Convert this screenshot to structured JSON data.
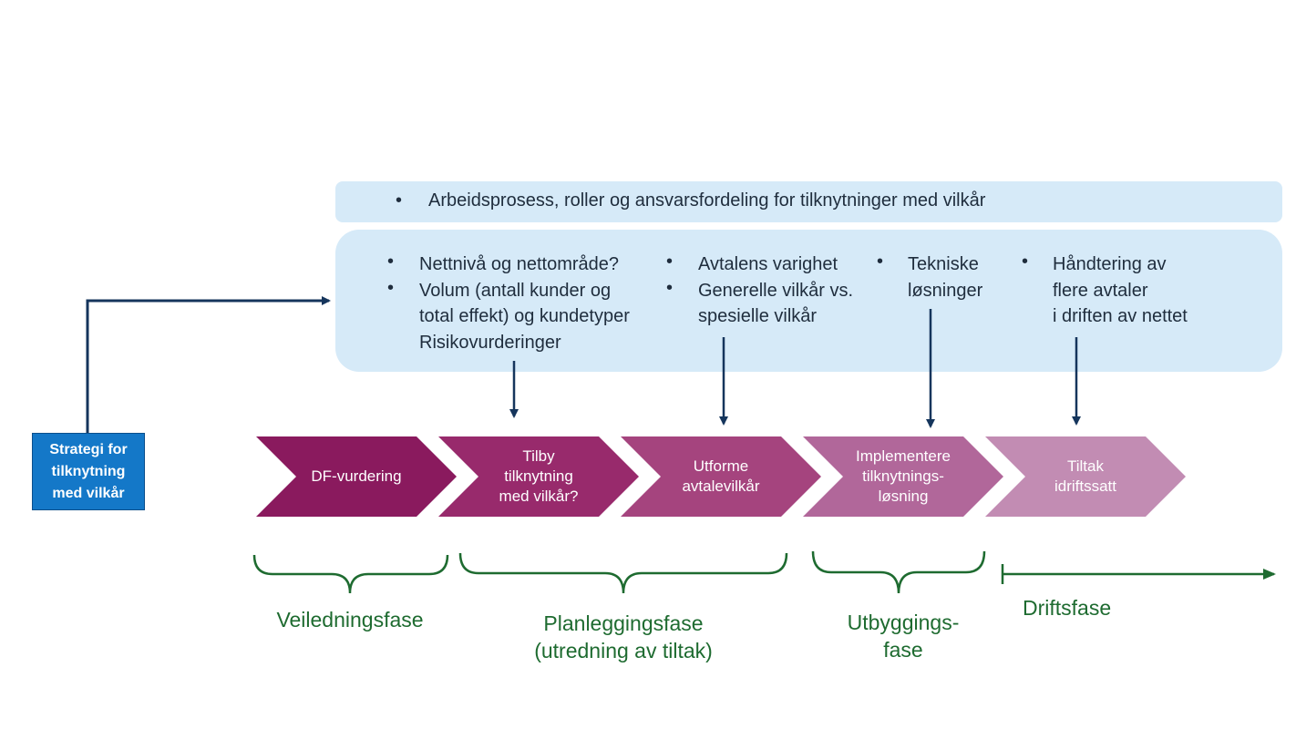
{
  "top_panel": {
    "text": "Arbeidsprosess, roller og ansvarsfordeling for tilknytninger med vilkår"
  },
  "main_panel": {
    "columns": [
      {
        "lines": [
          {
            "bullet": true,
            "text": "Nettnivå og nettområde?"
          },
          {
            "bullet": true,
            "text": "Volum (antall kunder og"
          },
          {
            "bullet": false,
            "text": "total effekt) og kundetyper"
          },
          {
            "bullet": false,
            "text": "Risikovurderinger"
          }
        ]
      },
      {
        "lines": [
          {
            "bullet": true,
            "text": "Avtalens varighet"
          },
          {
            "bullet": true,
            "text": "Generelle vilkår vs."
          },
          {
            "bullet": false,
            "text": "spesielle vilkår"
          }
        ]
      },
      {
        "lines": [
          {
            "bullet": true,
            "text": "Tekniske"
          },
          {
            "bullet": false,
            "text": "løsninger"
          }
        ]
      },
      {
        "lines": [
          {
            "bullet": true,
            "text": "Håndtering av"
          },
          {
            "bullet": false,
            "text": "flere avtaler"
          },
          {
            "bullet": false,
            "text": "i driften av nettet"
          }
        ]
      }
    ]
  },
  "strategy_box": {
    "label": "Strategi for tilknytning med vilkår"
  },
  "process_steps": [
    {
      "label": "DF-vurdering",
      "color": "#8a1a5e"
    },
    {
      "label": "Tilby tilknytning med vilkår?",
      "color": "#982a6c"
    },
    {
      "label": "Utforme avtalevilkår",
      "color": "#a5447e"
    },
    {
      "label": "Implementere tilknytnings-løsning",
      "color": "#b1679a"
    },
    {
      "label": "Tiltak idriftssatt",
      "color": "#c28cb3"
    }
  ],
  "phases": [
    {
      "label": "Veiledningsfase"
    },
    {
      "label": "Planleggingsfase (utredning av tiltak)"
    },
    {
      "label": "Utbyggings-fase"
    },
    {
      "label": "Driftsfase"
    }
  ],
  "colors": {
    "panel": "#d6eaf8",
    "arrow": "#15355c",
    "phase": "#1e6b30",
    "strategy": "#1478c8"
  }
}
